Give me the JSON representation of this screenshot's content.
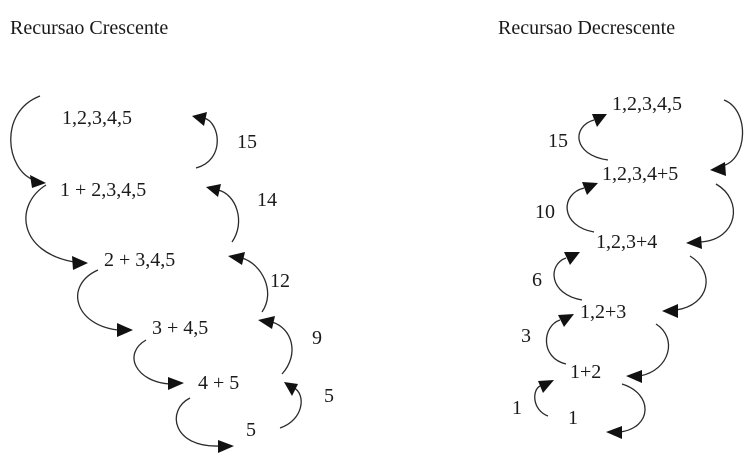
{
  "left": {
    "title": "Recursao Crescente",
    "steps": [
      "1,2,3,4,5",
      "1 + 2,3,4,5",
      "2 + 3,4,5",
      "3 + 4,5",
      "4 + 5",
      "5"
    ],
    "sums": [
      "15",
      "14",
      "12",
      "9",
      "5"
    ]
  },
  "right": {
    "title": "Recursao Decrescente",
    "steps": [
      "1,2,3,4,5",
      "1,2,3,4+5",
      "1,2,3+4",
      "1,2+3",
      "1+2",
      "1"
    ],
    "sums": [
      "15",
      "10",
      "6",
      "3",
      "1"
    ]
  }
}
